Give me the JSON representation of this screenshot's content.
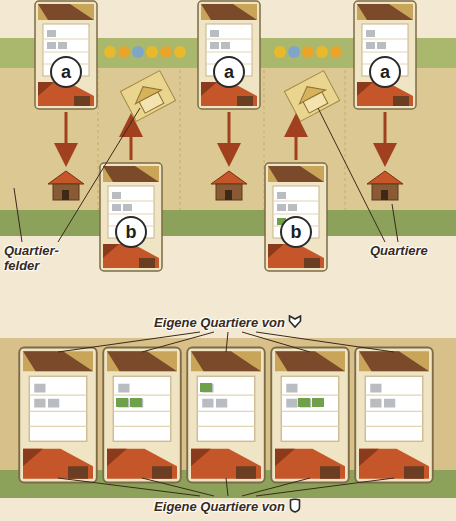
{
  "diagram": {
    "nodes": [
      {
        "text": [
          "a"
        ]
      },
      {
        "text": [
          "a"
        ]
      },
      {
        "text": [
          "a"
        ]
      },
      {
        "text": [
          "b"
        ]
      },
      {
        "text": [
          "b"
        ]
      }
    ],
    "labels": [
      "Quartier- felder",
      "Quartiere",
      "Eigene Quartiere von",
      "Eigene Quartiere von"
    ]
  }
}
